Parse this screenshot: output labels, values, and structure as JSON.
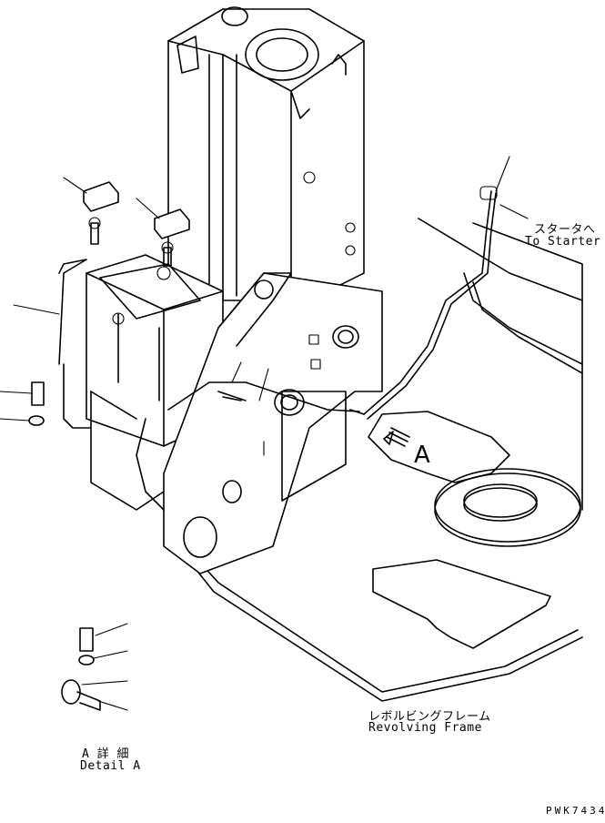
{
  "labels": {
    "starter_jp": "スタータへ",
    "starter_en": "To Starter",
    "frame_jp": "レボルビングフレーム",
    "frame_en": "Revolving Frame",
    "view_marker": "A",
    "detail_jp": "A 詳 細",
    "detail_en": "Detail A",
    "drawing_code": "PWK7434"
  }
}
